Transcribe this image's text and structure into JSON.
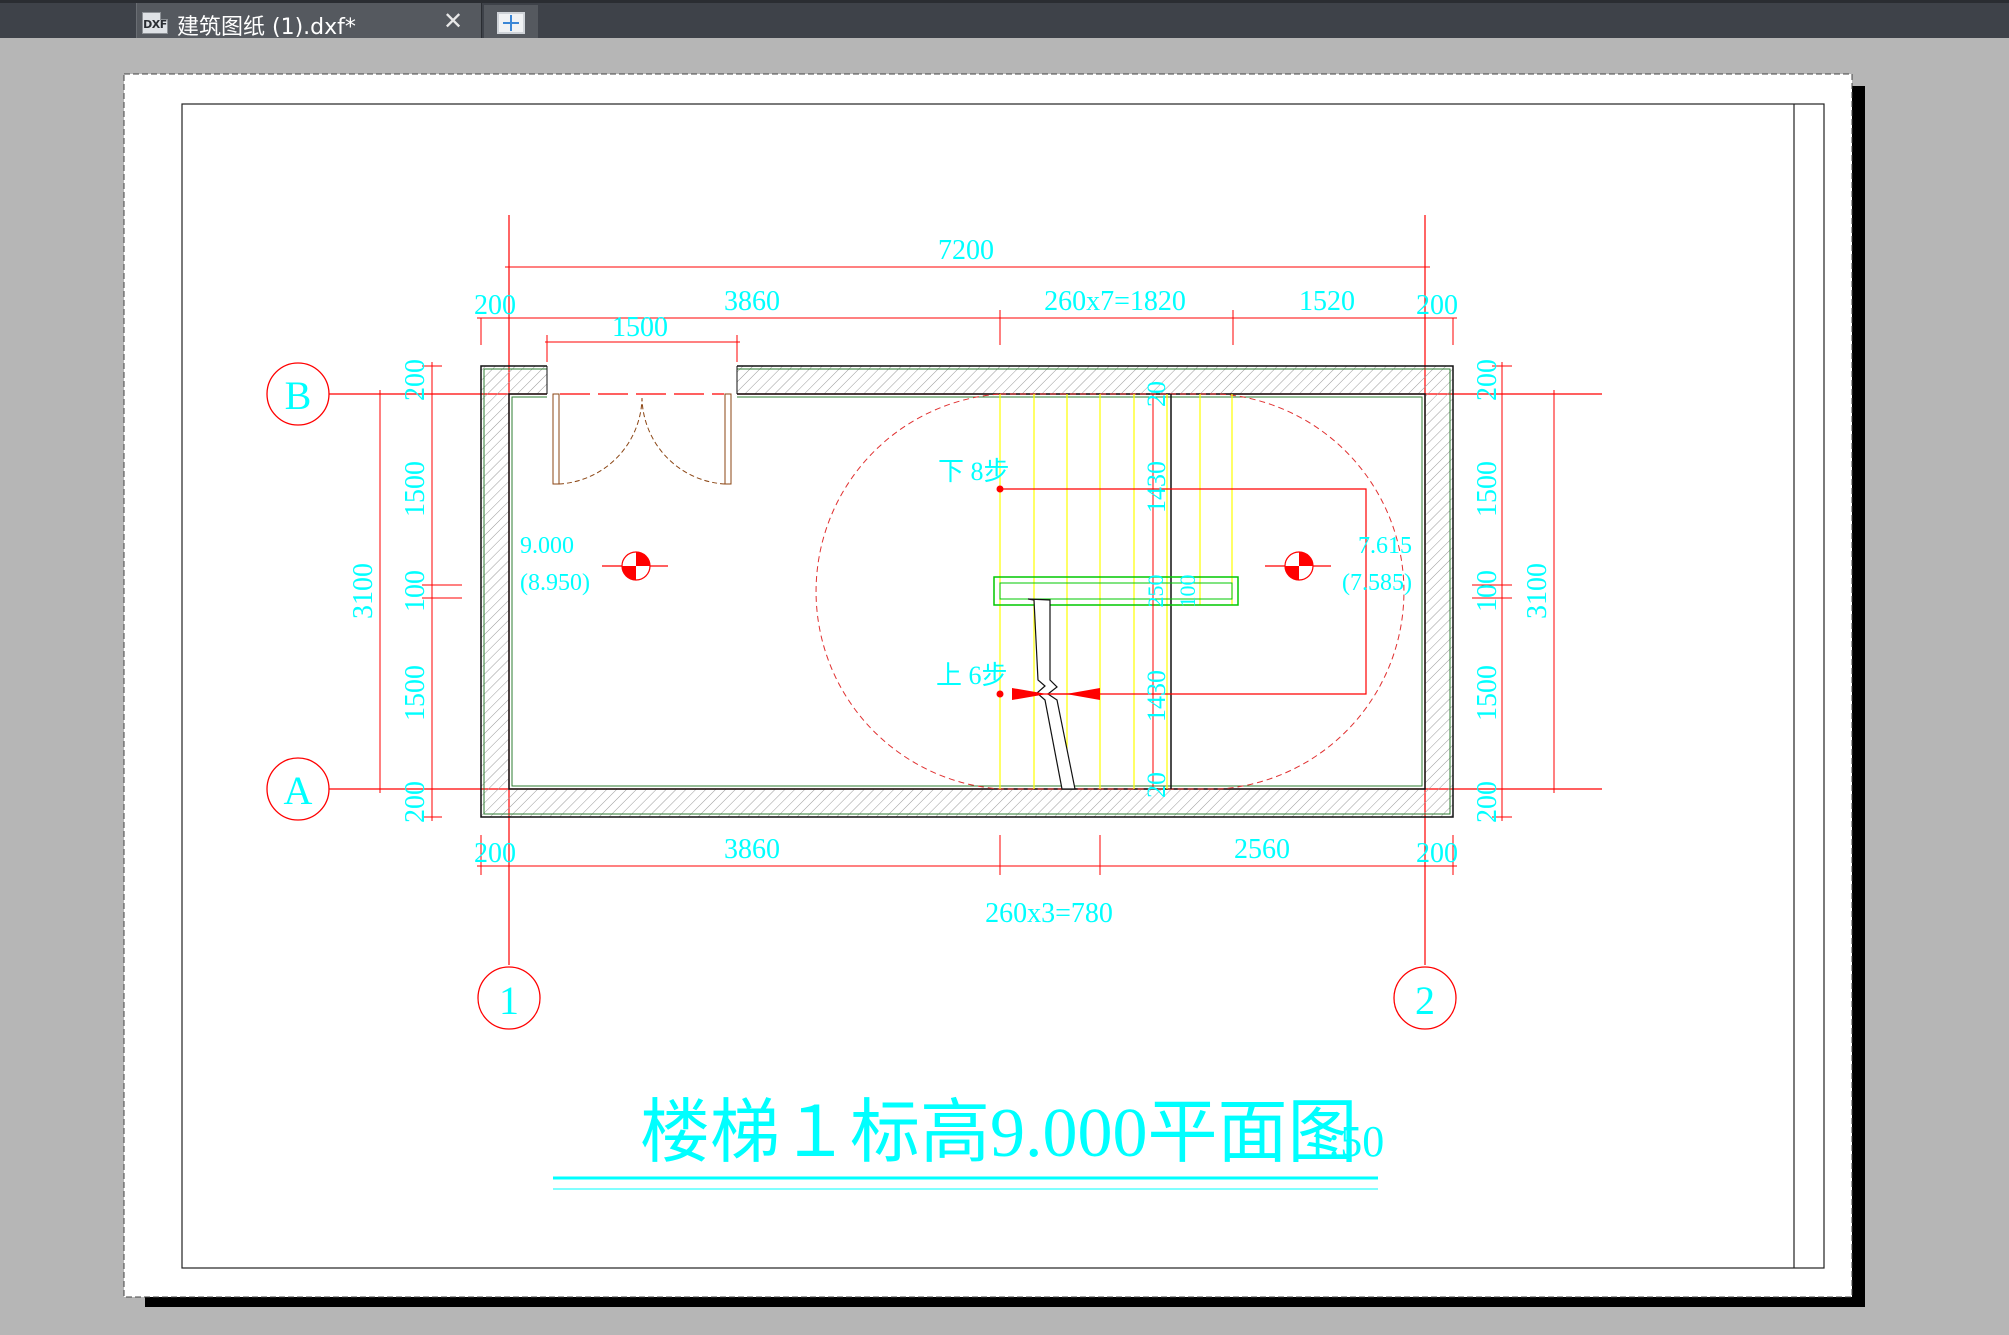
{
  "tab": {
    "icon_label": "DXF",
    "title": "建筑图纸 (1).dxf*",
    "close_glyph": "✕"
  },
  "drawing": {
    "title": "楼梯１标高9.000平面图",
    "scale": "1:50",
    "axis_rows": [
      "B",
      "A"
    ],
    "axis_cols": [
      "1",
      "2"
    ],
    "dims": {
      "overall_width": "7200",
      "top_left_wall": "200",
      "top_segment_1": "3860",
      "top_steps": "260x7=1820",
      "top_segment_3": "1520",
      "top_right_wall": "200",
      "door_width": "1500",
      "bottom_left_wall": "200",
      "bottom_segment_1": "3860",
      "bottom_segment_2": "2560",
      "bottom_right_wall": "200",
      "bottom_steps": "260x3=780",
      "left_top_wall": "200",
      "left_upper": "1500",
      "left_gap": "100",
      "left_lower": "1500",
      "left_bottom_wall": "200",
      "left_total": "3100",
      "right_top_wall": "200",
      "right_upper": "1500",
      "right_gap": "100",
      "right_lower": "1500",
      "right_bottom_wall": "200",
      "right_total": "3100",
      "stair_top_offset": "20",
      "stair_run_upper": "1430",
      "stair_landing": "250",
      "stair_landing_gap": "100",
      "stair_run_lower": "1430",
      "stair_bottom_offset": "20"
    },
    "elevation_left": {
      "value": "9.000",
      "secondary": "(8.950)"
    },
    "elevation_right": {
      "value": "7.615",
      "secondary": "(7.585)"
    },
    "stair_down": "下 8步",
    "stair_up": "上 6步"
  },
  "colors": {
    "background": "#b6b6b6",
    "paper": "#ffffff",
    "dimension_text": "#00ffff",
    "axis_lines": "#ff0000",
    "stair_treads": "#ffff00",
    "handrail": "#00ff00"
  }
}
